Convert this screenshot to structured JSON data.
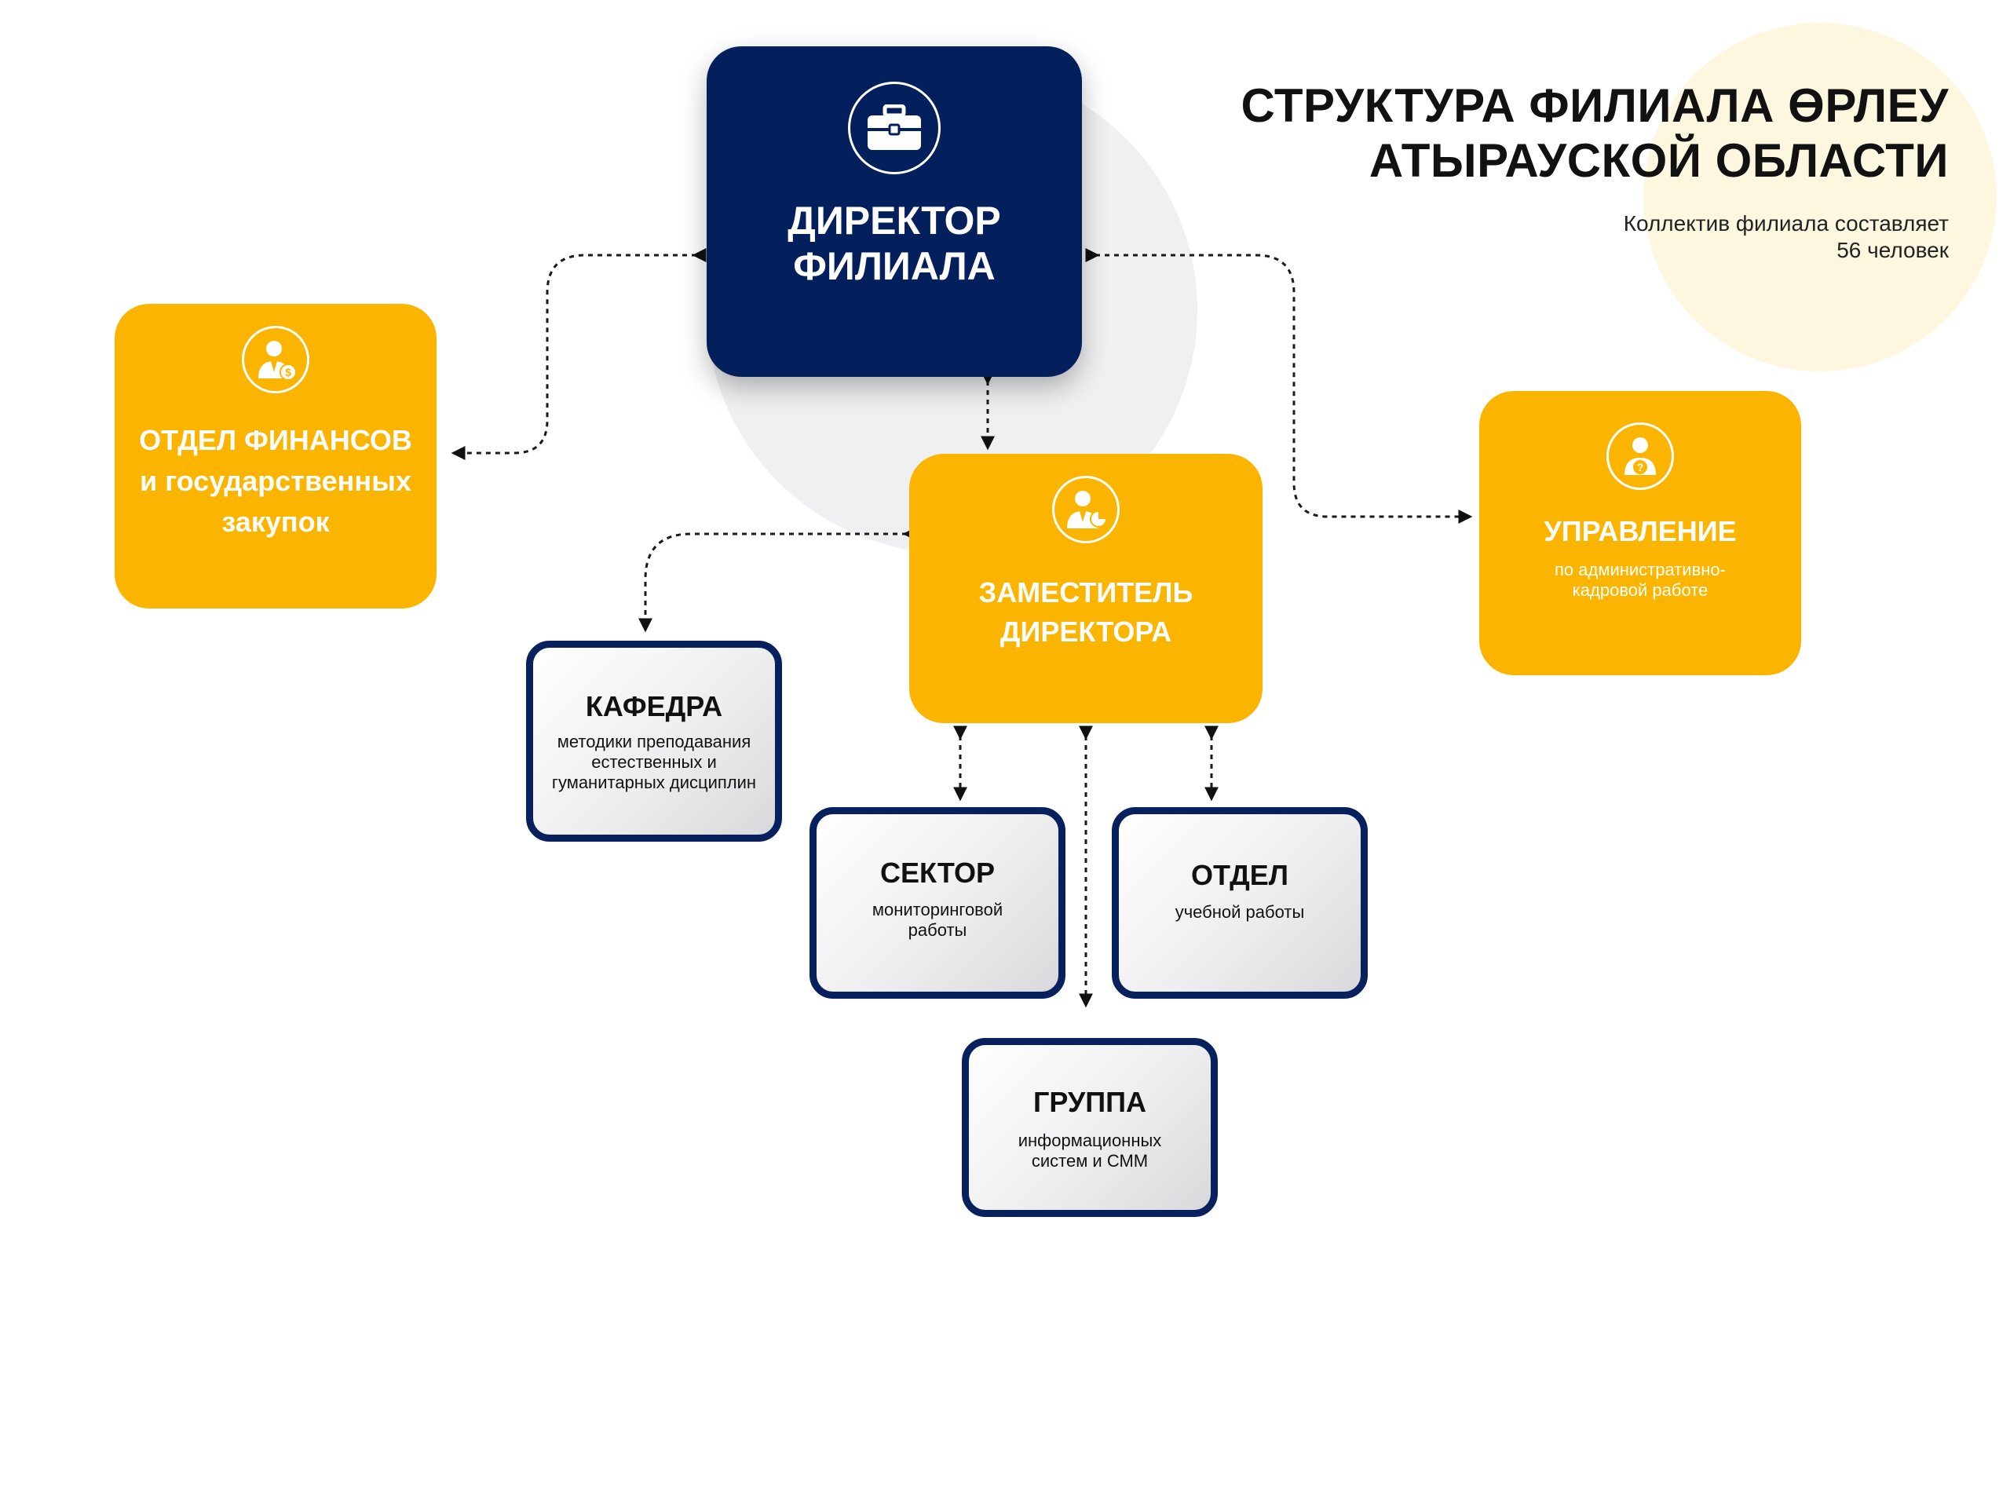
{
  "title": [
    "СТРУКТУРА ФИЛИАЛА ӨРЛЕУ",
    "АТЫРАУСКОЙ ОБЛАСТИ"
  ],
  "subtitle": [
    "Коллектив филиала составляет",
    "56 человек"
  ],
  "colors": {
    "navy": "#03205c",
    "yellow": "#fbb400",
    "border": "#07215f",
    "text": "#111111"
  },
  "nodes": {
    "director": {
      "icon": "briefcase-icon",
      "title": [
        "ДИРЕКТОР",
        "ФИЛИАЛА"
      ]
    },
    "finance": {
      "icon": "finance-person-icon",
      "title": [
        "ОТДЕЛ ФИНАНСОВ",
        "и государственных",
        "закупок"
      ]
    },
    "deputy": {
      "icon": "analytics-person-icon",
      "title": [
        "ЗАМЕСТИТЕЛЬ",
        "ДИРЕКТОРА"
      ]
    },
    "management": {
      "icon": "question-person-icon",
      "title": "УПРАВЛЕНИЕ",
      "subtitle": [
        "по административно-",
        "кадровой работе"
      ]
    },
    "department_chair": {
      "title": "КАФЕДРА",
      "subtitle": [
        "методики преподавания",
        "естественных и",
        "гуманитарных дисциплин"
      ]
    },
    "sector": {
      "title": "СЕКТОР",
      "subtitle": [
        "мониторинговой",
        "работы"
      ]
    },
    "study_department": {
      "title": "ОТДЕЛ",
      "subtitle": [
        "учебной работы"
      ]
    },
    "group": {
      "title": "ГРУППА",
      "subtitle": [
        "информационных",
        "систем и СММ"
      ]
    }
  },
  "edges": [
    {
      "from": "director",
      "to": "finance"
    },
    {
      "from": "director",
      "to": "deputy"
    },
    {
      "from": "director",
      "to": "management"
    },
    {
      "from": "deputy",
      "to": "department_chair"
    },
    {
      "from": "deputy",
      "to": "sector"
    },
    {
      "from": "deputy",
      "to": "study_department"
    },
    {
      "from": "deputy",
      "to": "group"
    }
  ]
}
